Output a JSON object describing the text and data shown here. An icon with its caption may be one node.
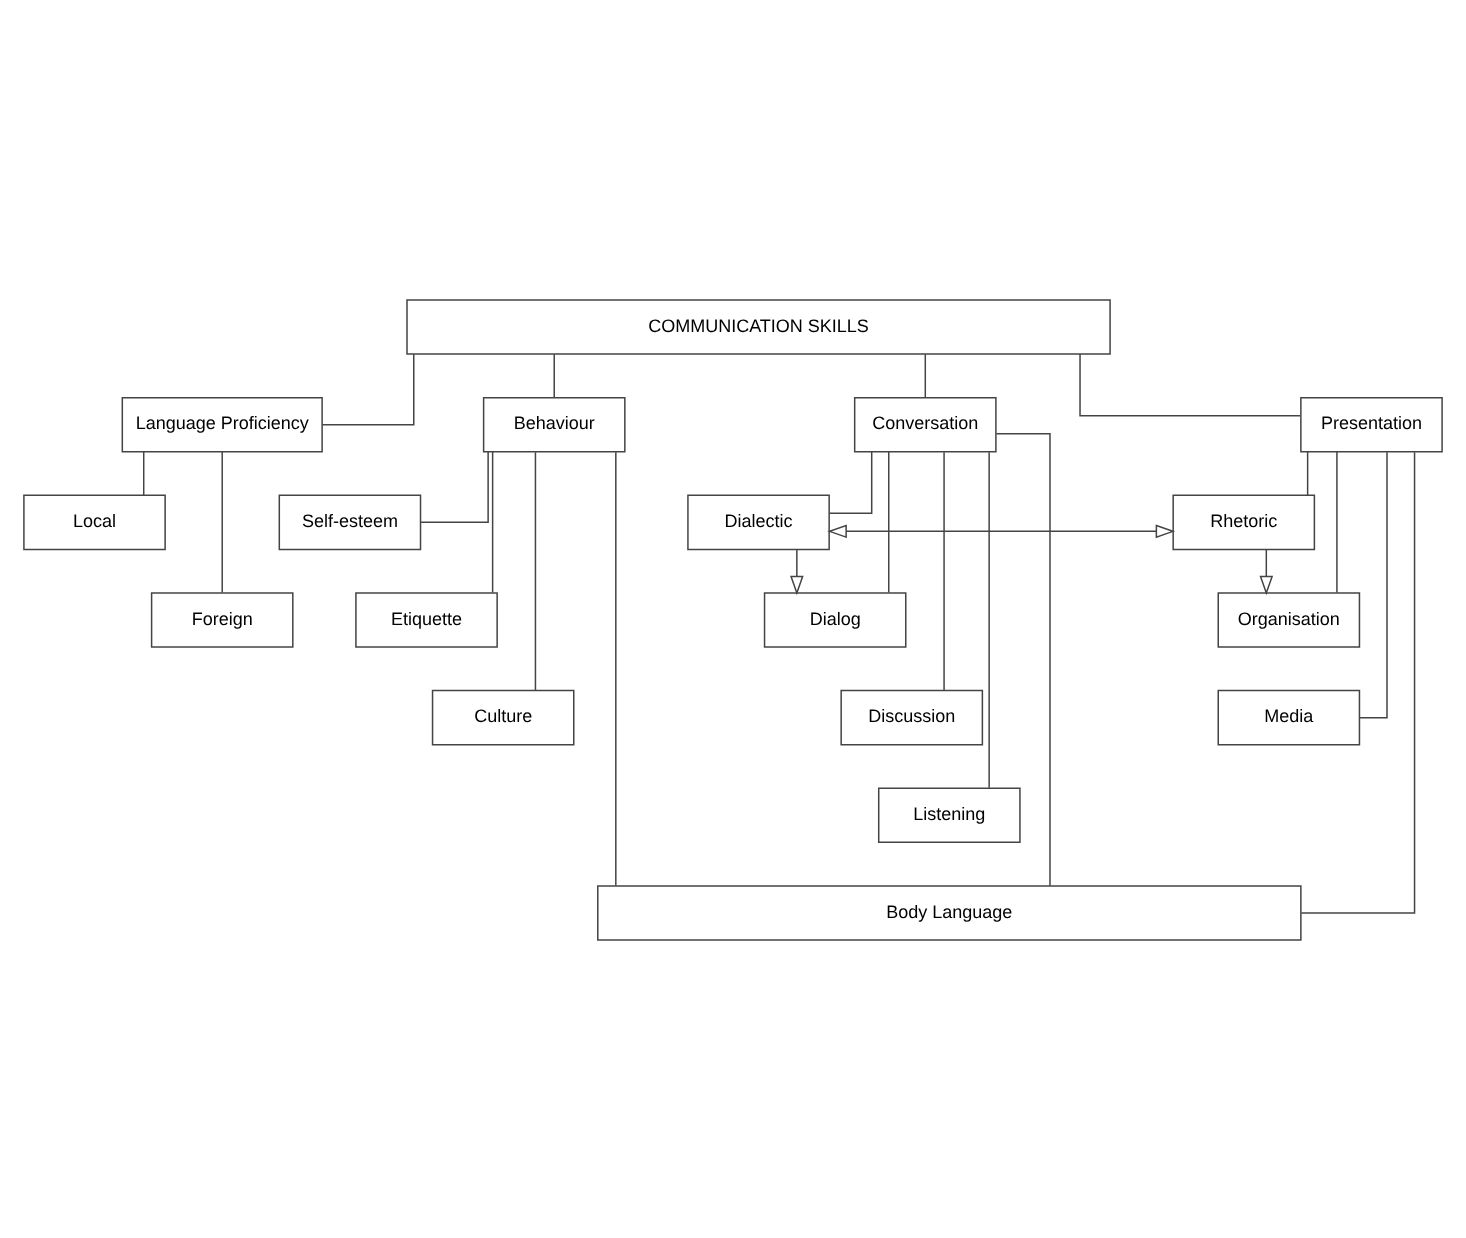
{
  "diagram": {
    "nodes": [
      {
        "text": [
          "COMMUNICATION SKILLS"
        ]
      },
      {
        "text": [
          "Language Proficiency"
        ]
      },
      {
        "text": [
          "Behaviour"
        ]
      },
      {
        "text": [
          "Conversation"
        ]
      },
      {
        "text": [
          "Presentation"
        ]
      },
      {
        "text": [
          "Local"
        ]
      },
      {
        "text": [
          "Foreign"
        ]
      },
      {
        "text": [
          "Self-esteem"
        ]
      },
      {
        "text": [
          "Etiquette"
        ]
      },
      {
        "text": [
          "Culture"
        ]
      },
      {
        "text": [
          "Dialectic"
        ]
      },
      {
        "text": [
          "Rhetoric"
        ]
      },
      {
        "text": [
          "Dialog"
        ]
      },
      {
        "text": [
          "Discussion"
        ]
      },
      {
        "text": [
          "Listening"
        ]
      },
      {
        "text": [
          "Organisation"
        ]
      },
      {
        "text": [
          "Media"
        ]
      },
      {
        "text": [
          "Body Language"
        ]
      }
    ],
    "edges": [
      {
        "from": 0,
        "to": 1,
        "arrow": "none"
      },
      {
        "from": 0,
        "to": 2,
        "arrow": "none"
      },
      {
        "from": 0,
        "to": 3,
        "arrow": "none"
      },
      {
        "from": 0,
        "to": 4,
        "arrow": "none"
      },
      {
        "from": 1,
        "to": 5,
        "arrow": "none"
      },
      {
        "from": 1,
        "to": 6,
        "arrow": "none"
      },
      {
        "from": 2,
        "to": 7,
        "arrow": "none"
      },
      {
        "from": 2,
        "to": 8,
        "arrow": "none"
      },
      {
        "from": 2,
        "to": 9,
        "arrow": "none"
      },
      {
        "from": 2,
        "to": 17,
        "arrow": "none"
      },
      {
        "from": 3,
        "to": 10,
        "arrow": "none"
      },
      {
        "from": 3,
        "to": 12,
        "arrow": "none"
      },
      {
        "from": 3,
        "to": 13,
        "arrow": "none"
      },
      {
        "from": 3,
        "to": 14,
        "arrow": "none"
      },
      {
        "from": 3,
        "to": 17,
        "arrow": "none"
      },
      {
        "from": 4,
        "to": 11,
        "arrow": "none"
      },
      {
        "from": 4,
        "to": 15,
        "arrow": "none"
      },
      {
        "from": 4,
        "to": 16,
        "arrow": "none"
      },
      {
        "from": 4,
        "to": 17,
        "arrow": "none"
      },
      {
        "from": 10,
        "to": 11,
        "arrow": "both"
      },
      {
        "from": 10,
        "to": 12,
        "arrow": "to"
      },
      {
        "from": 11,
        "to": 15,
        "arrow": "to"
      }
    ]
  }
}
